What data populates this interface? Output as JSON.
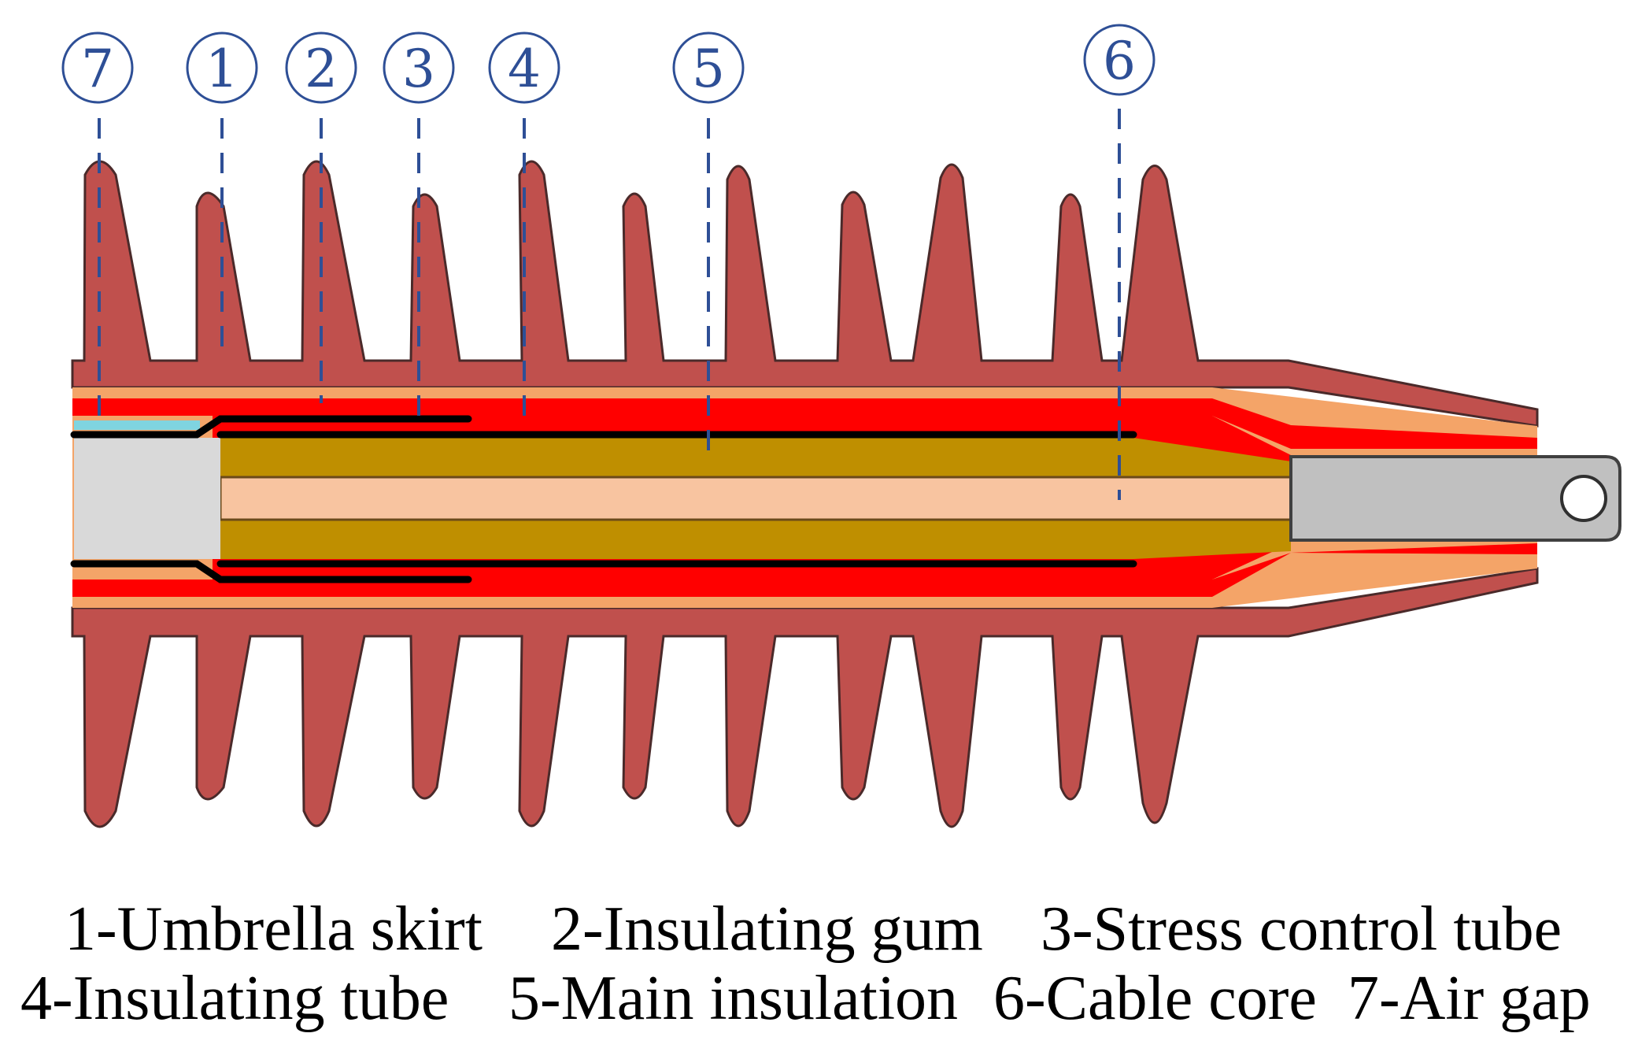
{
  "markers": [
    {
      "id": "7",
      "label": "7"
    },
    {
      "id": "1",
      "label": "1"
    },
    {
      "id": "2",
      "label": "2"
    },
    {
      "id": "3",
      "label": "3"
    },
    {
      "id": "4",
      "label": "4"
    },
    {
      "id": "5",
      "label": "5"
    },
    {
      "id": "6",
      "label": "6"
    }
  ],
  "legend": [
    {
      "id": "1",
      "text": "1-Umbrella skirt"
    },
    {
      "id": "2",
      "text": "2-Insulating gum"
    },
    {
      "id": "3",
      "text": "3-Stress control tube"
    },
    {
      "id": "4",
      "text": "4-Insulating tube"
    },
    {
      "id": "5",
      "text": "5-Main insulation"
    },
    {
      "id": "6",
      "text": "6-Cable core"
    },
    {
      "id": "7",
      "text": "7-Air gap"
    }
  ],
  "colors": {
    "skirt": "#c0504d",
    "insulating_gum": "#f4a468",
    "stress_control": "#ff0000",
    "main_insulation": "#bf8f00",
    "cable_core": "#f8c4a0",
    "air_gap": "#7fd4e0",
    "terminal": "#c0c0c0",
    "marker": "#2e4f96"
  }
}
